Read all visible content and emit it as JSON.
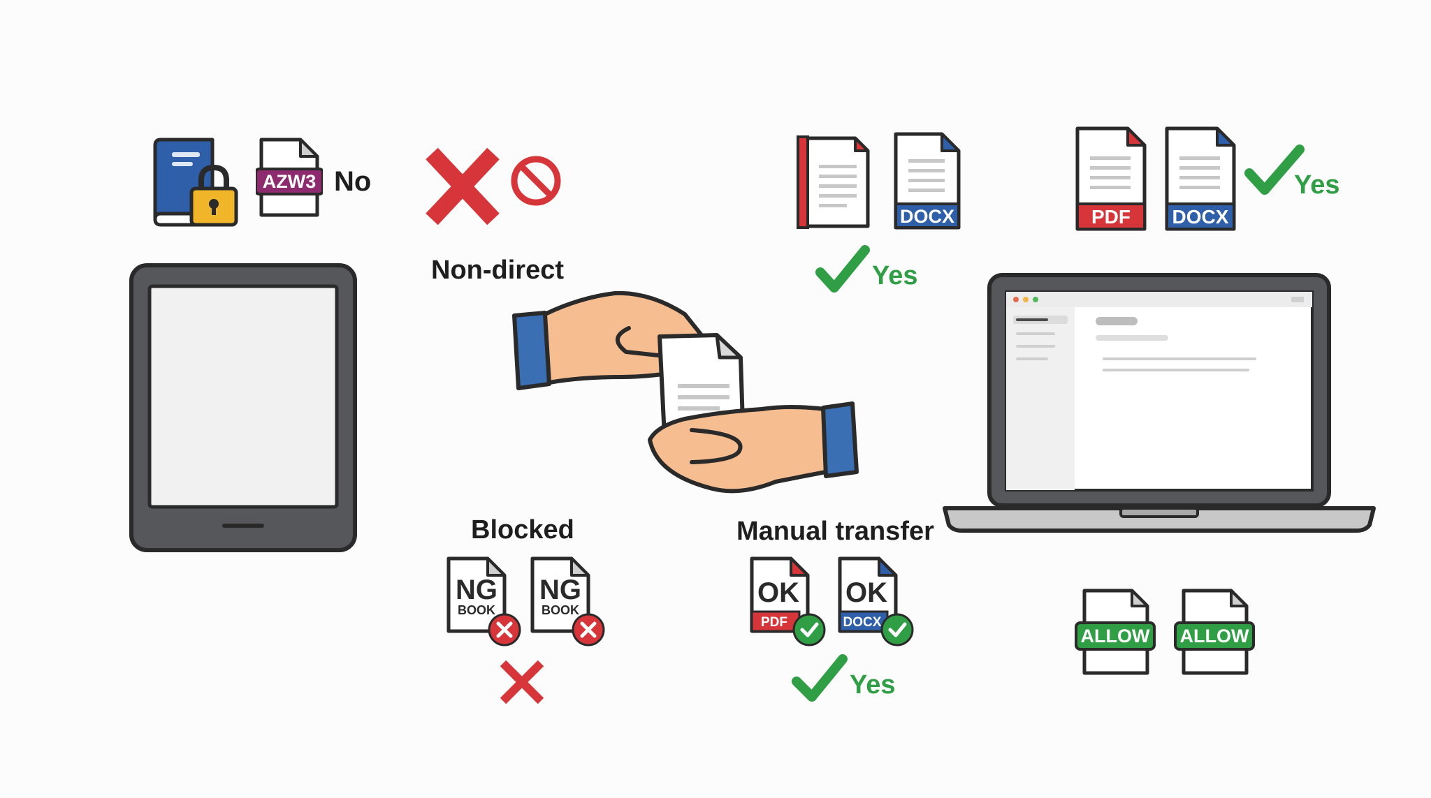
{
  "colors": {
    "outline": "#2a2a2a",
    "red": "#d6363a",
    "green": "#2f9e44",
    "blue": "#2f5fa8",
    "purple": "#8e2a6e",
    "skin": "#f6bd90",
    "sleeve": "#3a6fb3",
    "lock": "#f1b52a",
    "device": "#55575a",
    "screen": "#f1f1f1"
  },
  "ereader_files": {
    "format_tag": "AZW3",
    "verdict": "No"
  },
  "non_direct": {
    "label": "Non-direct"
  },
  "center_files": {
    "docx_tag": "DOCX",
    "verdict": "Yes"
  },
  "laptop_files": {
    "pdf_tag": "PDF",
    "docx_tag": "DOCX",
    "verdict": "Yes"
  },
  "blocked": {
    "label": "Blocked",
    "file_big": "NG",
    "file_small": "BOOK"
  },
  "manual": {
    "label": "Manual transfer",
    "file_big": "OK",
    "pdf_tag": "PDF",
    "docx_tag": "DOCX",
    "verdict": "Yes"
  },
  "allow": {
    "tag": "ALLOW"
  },
  "icons": [
    "book-icon",
    "lock-icon",
    "file-icon",
    "red-x-icon",
    "prohibited-icon",
    "checkmark-icon",
    "hands-icon",
    "ereader-icon",
    "laptop-icon",
    "badge-x-icon",
    "badge-check-icon"
  ]
}
